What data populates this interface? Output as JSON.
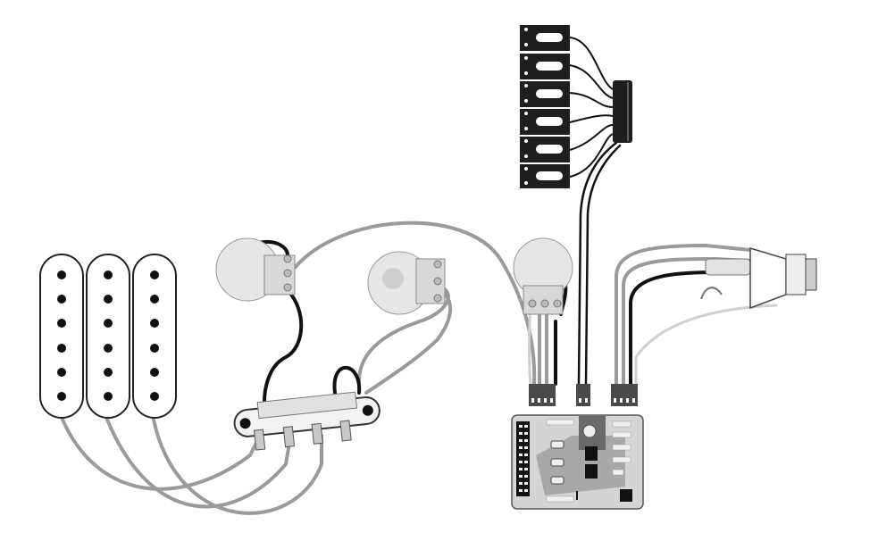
{
  "colors": {
    "wire_gray": "#9a9a9a",
    "wire_black": "#111111",
    "wire_light": "#cfcfcf",
    "board": "#d4d4d4",
    "board_dark": "#8e8e8e",
    "saddle_block": "#1e1e1e",
    "pot": "#e6e6e6"
  },
  "components": {
    "pickups": 3,
    "pole_pieces_per_pickup": 6,
    "pots": 3,
    "saddle_pickups": 6
  }
}
